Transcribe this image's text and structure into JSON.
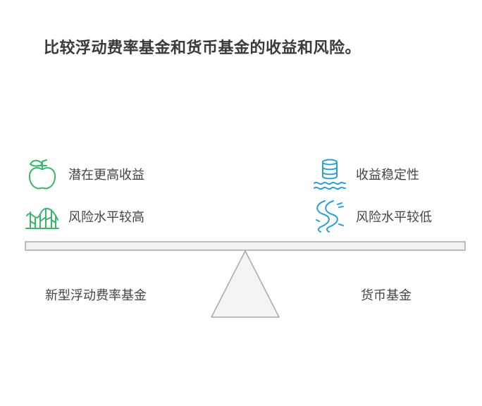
{
  "title": "比较浮动费率基金和货币基金的收益和风险。",
  "left_side": {
    "name": "新型浮动费率基金",
    "items": [
      {
        "label": "潜在更高收益",
        "icon": "apple-icon",
        "color": "#3cb56a"
      },
      {
        "label": "风险水平较高",
        "icon": "roller-coaster-icon",
        "color": "#3cb56a"
      }
    ]
  },
  "right_side": {
    "name": "货币基金",
    "items": [
      {
        "label": "收益稳定性",
        "icon": "coin-stack-icon",
        "color": "#2a9fd6"
      },
      {
        "label": "风险水平较低",
        "icon": "river-icon",
        "color": "#2a9fd6"
      }
    ]
  },
  "colors": {
    "beam_fill": "#f2f2f2",
    "beam_stroke": "#a8a8a8",
    "left_accent": "#3cb56a",
    "right_accent": "#2a9fd6"
  }
}
